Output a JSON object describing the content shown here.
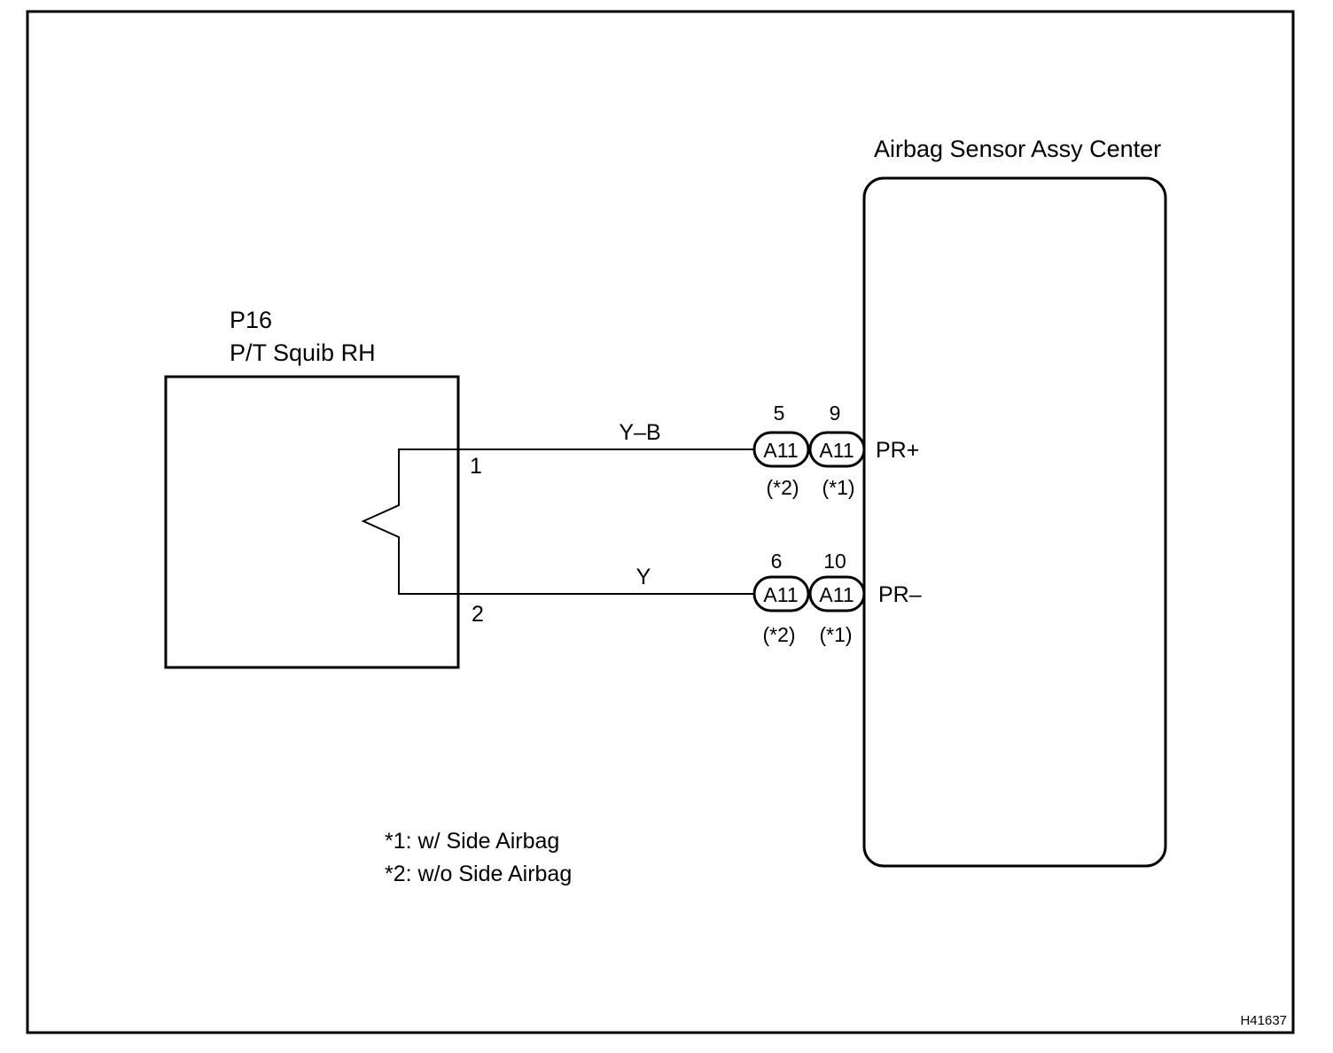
{
  "diagram_id": "H41637",
  "squib": {
    "code": "P16",
    "name": "P/T Squib RH",
    "pins": [
      "1",
      "2"
    ]
  },
  "sensor": {
    "name": "Airbag Sensor Assy Center"
  },
  "wires": [
    {
      "color_code": "Y–B",
      "squib_pin": "1",
      "terminal": "PR+",
      "connectors": [
        {
          "id": "A11",
          "pin": "5",
          "note": "(*2)"
        },
        {
          "id": "A11",
          "pin": "9",
          "note": "(*1)"
        }
      ]
    },
    {
      "color_code": "Y",
      "squib_pin": "2",
      "terminal": "PR–",
      "connectors": [
        {
          "id": "A11",
          "pin": "6",
          "note": "(*2)"
        },
        {
          "id": "A11",
          "pin": "10",
          "note": "(*1)"
        }
      ]
    }
  ],
  "notes": [
    "*1: w/ Side Airbag",
    "*2: w/o Side Airbag"
  ]
}
